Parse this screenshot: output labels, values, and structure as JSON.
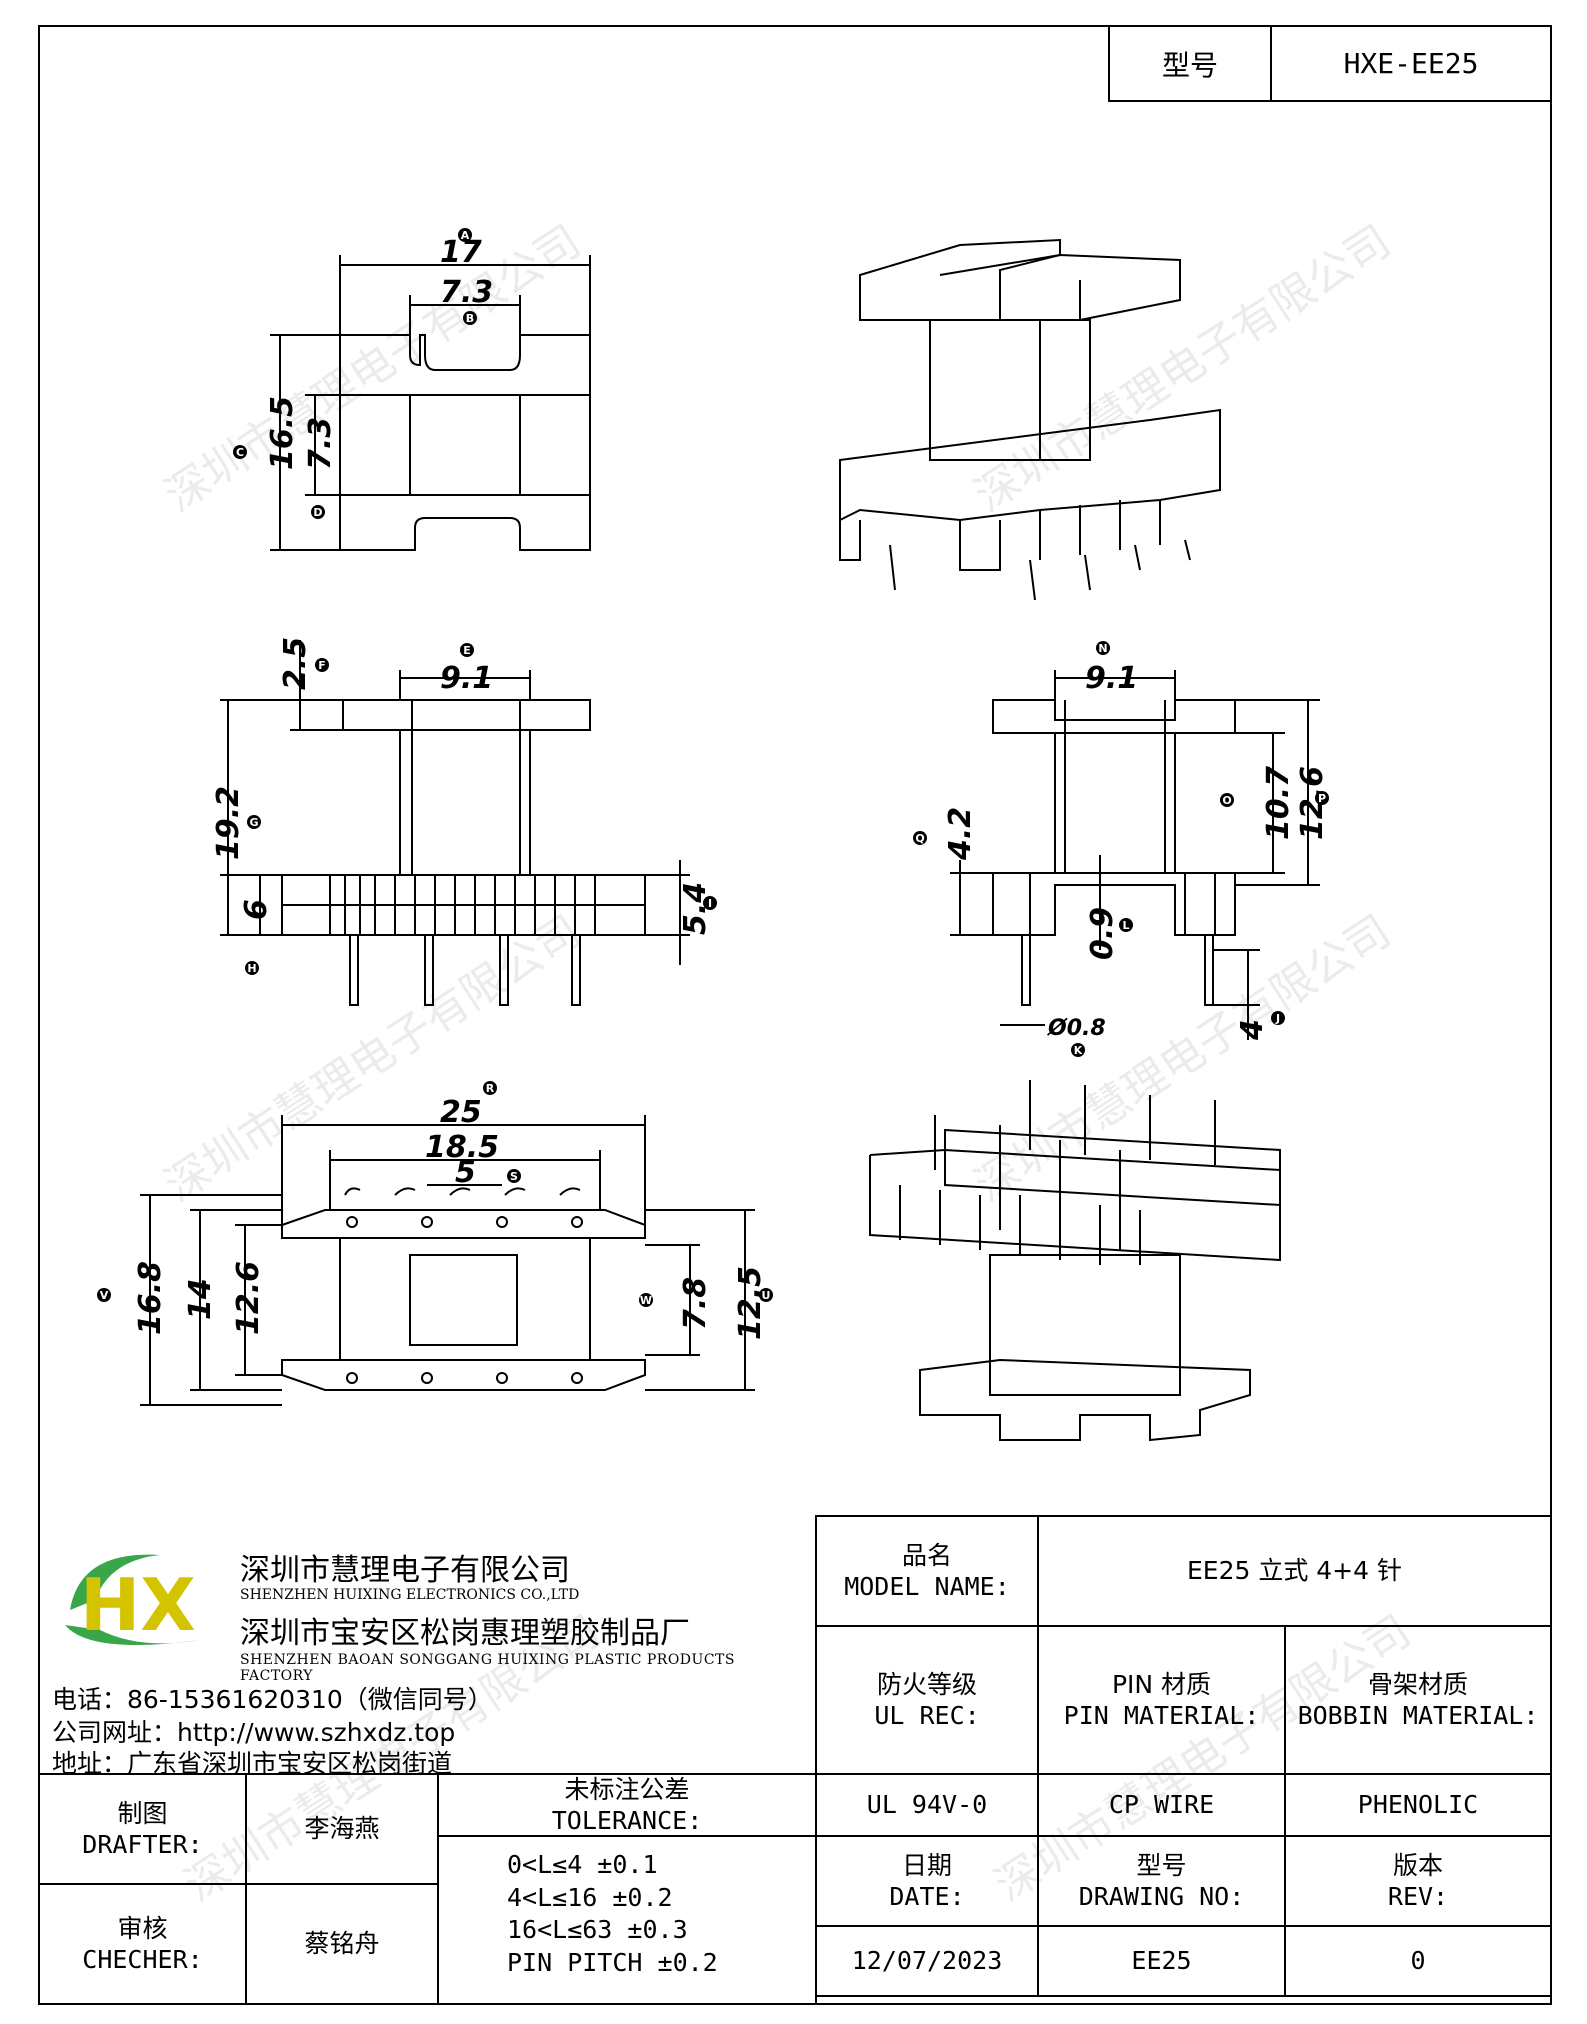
{
  "header": {
    "type_label": "型号",
    "type_value": "HXE-EE25"
  },
  "watermark": "深圳市慧理电子有限公司",
  "dimensions": {
    "top_view": {
      "A": "17",
      "B": "7.3",
      "C": "16.5",
      "D": "7.3"
    },
    "front_view": {
      "E": "9.1",
      "F": "2.5",
      "G": "19.2",
      "H": "6",
      "I": "5.4"
    },
    "side_view": {
      "N": "9.1",
      "O": "10.7",
      "P": "12.6",
      "Q": "4.2",
      "R": "0.9",
      "pin_dia": "Ø0.8",
      "S": "4"
    },
    "bottom_view": {
      "T": "25",
      "U": "18.5",
      "V": "5",
      "W": "16.8",
      "X": "14",
      "Y": "12.6",
      "Z": "7.8",
      "AA": "12.5"
    },
    "circle_labels": [
      "A",
      "B",
      "C",
      "D",
      "E",
      "F",
      "G",
      "H",
      "I",
      "N",
      "O",
      "P",
      "Q",
      "L",
      "J",
      "K",
      "R",
      "S",
      "V",
      "W",
      "U"
    ]
  },
  "company": {
    "name_cn": "深圳市慧理电子有限公司",
    "name_en": "SHENZHEN HUIXING ELECTRONICS CO.,LTD",
    "factory_cn": "深圳市宝安区松岗惠理塑胶制品厂",
    "factory_en": "SHENZHEN BAOAN SONGGANG HUIXING PLASTIC PRODUCTS FACTORY",
    "phone": "电话：86-15361620310（微信同号）",
    "website": "公司网址：http://www.szhxdz.top",
    "address": "地址：广东省深圳市宝安区松岗街道",
    "logo_text": "HX"
  },
  "title_block": {
    "model_name_cn": "品名",
    "model_name_en": "MODEL NAME:",
    "model_name_value": "EE25 立式 4+4 针",
    "ul_cn": "防火等级",
    "ul_en": "UL REC:",
    "pin_cn": "PIN 材质",
    "pin_en": "PIN MATERIAL:",
    "bobbin_cn": "骨架材质",
    "bobbin_en": "BOBBIN MATERIAL:",
    "ul_value": "UL 94V-0",
    "pin_value": "CP WIRE",
    "bobbin_value": "PHENOLIC",
    "drafter_cn": "制图",
    "drafter_en": "DRAFTER:",
    "drafter_value": "李海燕",
    "checker_cn": "审核",
    "checker_en": "CHECHER:",
    "checker_value": "蔡铭舟",
    "tolerance_cn": "未标注公差",
    "tolerance_en": "TOLERANCE:",
    "tolerance_lines": [
      "0<L≤4  ±0.1",
      "4<L≤16 ±0.2",
      "16<L≤63 ±0.3",
      "PIN PITCH ±0.2"
    ],
    "date_cn": "日期",
    "date_en": "DATE:",
    "drawing_no_cn": "型号",
    "drawing_no_en": "DRAWING NO:",
    "rev_cn": "版本",
    "rev_en": "REV:",
    "date_value": "12/07/2023",
    "drawing_no_value": "EE25",
    "rev_value": "0"
  }
}
